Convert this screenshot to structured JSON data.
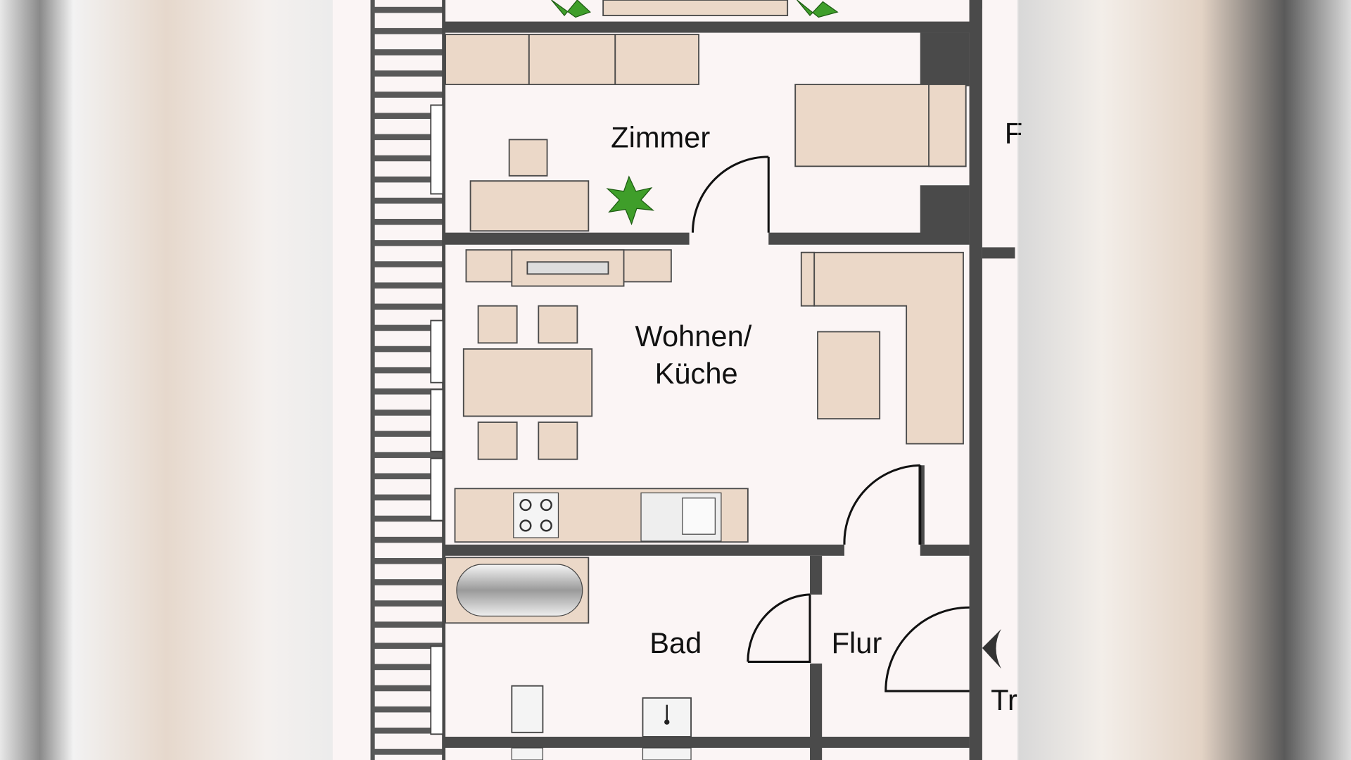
{
  "floorplan": {
    "rooms": {
      "zimmer": "Zimmer",
      "wohnen_line1": "Wohnen/",
      "wohnen_line2": "Küche",
      "bad": "Bad",
      "flur": "Flur",
      "right_cut_top": "F",
      "right_cut_bottom": "Tr"
    },
    "colors": {
      "wall": "#4a4a4a",
      "furniture": "#ebd8c8",
      "floor": "#fbf5f5",
      "plant": "#3f9e2a"
    }
  }
}
